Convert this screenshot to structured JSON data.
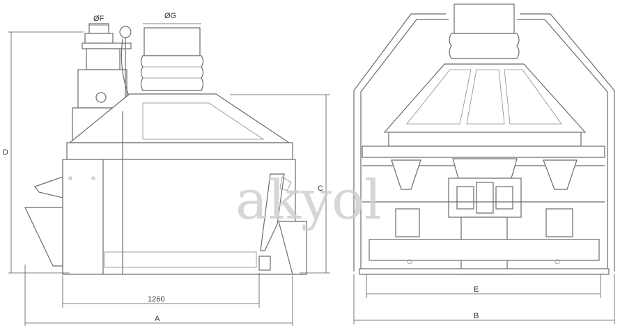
{
  "watermark": "akyol",
  "dimensions": {
    "phi_f": "ØF",
    "phi_g": "ØG",
    "d": "D",
    "c": "C",
    "width_1260": "1260",
    "a": "A",
    "e": "E",
    "b": "B"
  },
  "colors": {
    "line": "#6b6b6b",
    "background": "#ffffff",
    "watermark": "#cfcfcf"
  }
}
